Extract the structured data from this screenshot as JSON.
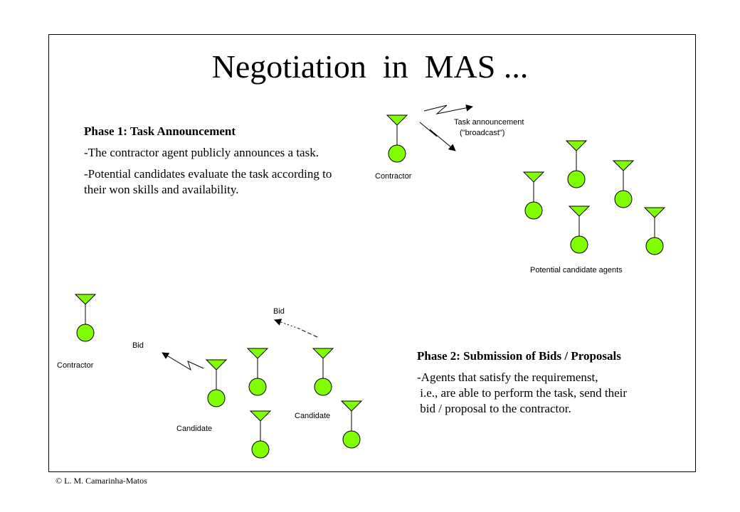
{
  "slide": {
    "title": "Negotiation  in  MAS ...",
    "copyright": "© L. M. Camarinha-Matos"
  },
  "phase1": {
    "heading": "Phase 1: Task Announcement",
    "bullets": [
      "-The contractor agent publicly announces a task.",
      "-Potential candidates evaluate the task according to their won skills and availability."
    ]
  },
  "phase2": {
    "heading": "Phase 2: Submission of Bids / Proposals",
    "lines": [
      "-Agents that satisfy the requiremenst,",
      " i.e., are able to perform the task, send their",
      " bid / proposal to the contractor."
    ]
  },
  "diagram1": {
    "contractor_label": "Contractor",
    "message_label_line1": "Task announcement",
    "message_label_line2": "(\"broadcast\")",
    "group_label": "Potential candidate agents"
  },
  "diagram2": {
    "contractor_label": "Contractor",
    "bid_label_left": "Bid",
    "bid_label_top": "Bid",
    "candidate_label_1": "Candidate",
    "candidate_label_2": "Candidate"
  },
  "colors": {
    "agent_fill": "#80ff00",
    "stroke": "#000000"
  }
}
